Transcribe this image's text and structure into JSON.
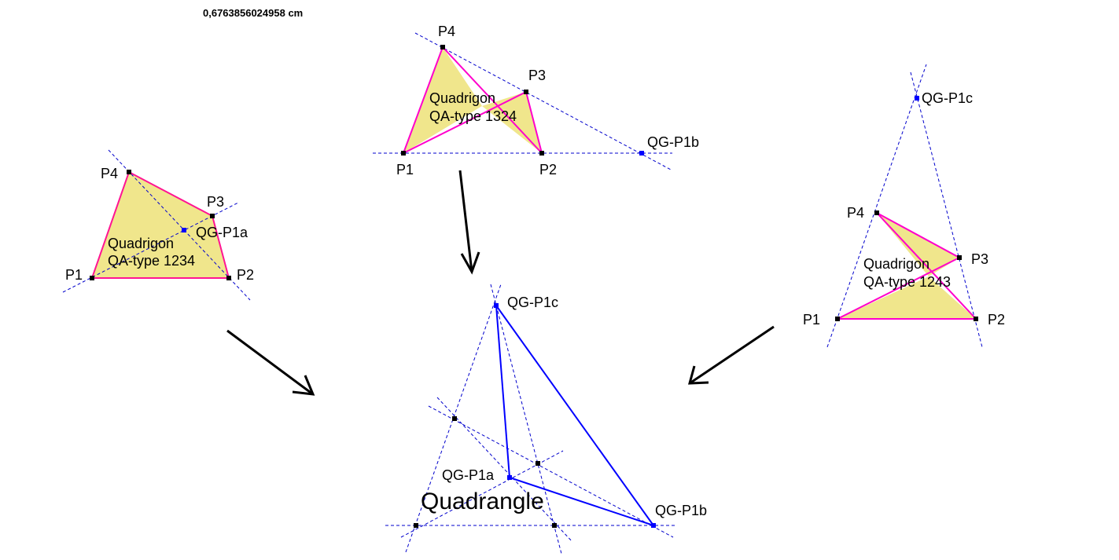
{
  "header_text": "0,6763856024958 cm",
  "colors": {
    "fill": "#f0e68c",
    "edge": "#ff00cc",
    "edge_quad_1234": "#ff1493",
    "dashed": "#0000cc",
    "quadrangle": "#0000ff",
    "point_black": "#000000",
    "point_blue": "#0000ff",
    "arrow": "#000000"
  },
  "quad_1234": {
    "p1": "P1",
    "p2": "P2",
    "p3": "P3",
    "p4": "P4",
    "diag_point": "QG-P1a",
    "title": "Quadrigon",
    "type": "QA-type 1234"
  },
  "quad_1324": {
    "p1": "P1",
    "p2": "P2",
    "p3": "P3",
    "p4": "P4",
    "diag_point": "QG-P1b",
    "title": "Quadrigon",
    "type": "QA-type 1324"
  },
  "quad_1243": {
    "p1": "P1",
    "p2": "P2",
    "p3": "P3",
    "p4": "P4",
    "diag_point": "QG-P1c",
    "title": "Quadrigon",
    "type": "QA-type 1243"
  },
  "quadrangle": {
    "title": "Quadrangle",
    "a": "QG-P1a",
    "b": "QG-P1b",
    "c": "QG-P1c"
  }
}
